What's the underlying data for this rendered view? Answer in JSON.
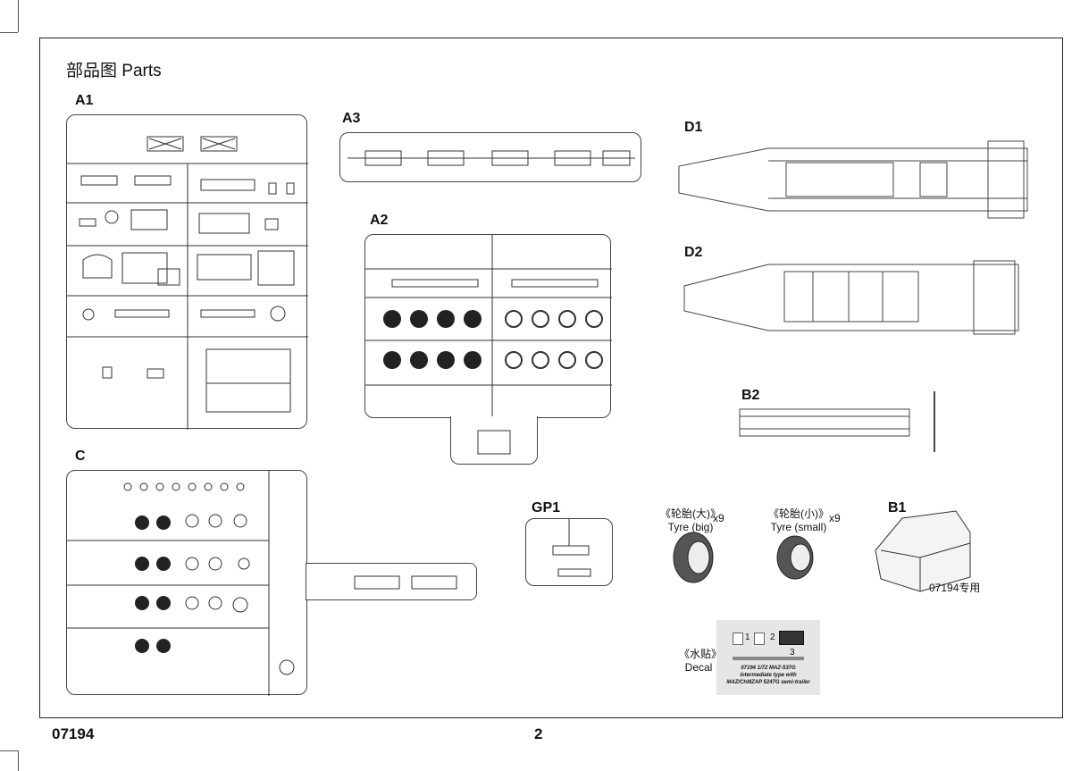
{
  "page": {
    "title": "部品图 Parts",
    "product_code": "07194",
    "page_number": "2"
  },
  "sprues": {
    "a1": "A1",
    "a2": "A2",
    "a3": "A3",
    "c": "C",
    "d1": "D1",
    "d2": "D2",
    "b1": "B1",
    "b2": "B2",
    "gp1": "GP1"
  },
  "tyres": {
    "big_cn": "《轮胎(大)》",
    "big_en": "Tyre (big)",
    "big_qty": "x9",
    "small_cn": "《轮胎(小)》",
    "small_en": "Tyre (small)",
    "small_qty": "x9"
  },
  "b1_note": "07194专用",
  "decal": {
    "label_cn": "《水贴》",
    "label_en": "Decal",
    "num1": "1",
    "num2": "2",
    "num3": "3",
    "line1": "07194 1/72 MAZ-537G",
    "line2": "intermediate type with",
    "line3": "MAZ/ChMZAP 5247G semi-trailer"
  },
  "colors": {
    "ink": "#222222",
    "decal_bg": "#e6e6e6"
  }
}
